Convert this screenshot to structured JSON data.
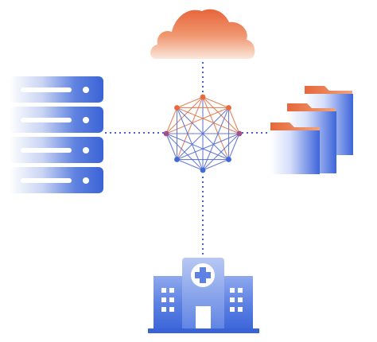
{
  "diagram": {
    "hub_nodes": 8,
    "center_node": {
      "icon": "network-mesh-icon"
    },
    "outer_nodes": [
      {
        "id": "cloud",
        "icon": "cloud-icon"
      },
      {
        "id": "servers",
        "icon": "server-rack-icon",
        "units": 4
      },
      {
        "id": "folders",
        "icon": "folder-stack-icon",
        "count": 3
      },
      {
        "id": "hospital",
        "icon": "hospital-icon"
      }
    ],
    "colors": {
      "blue": "#3f6ad8",
      "orange": "#e86a3a",
      "connector": "#4a63c9"
    }
  }
}
